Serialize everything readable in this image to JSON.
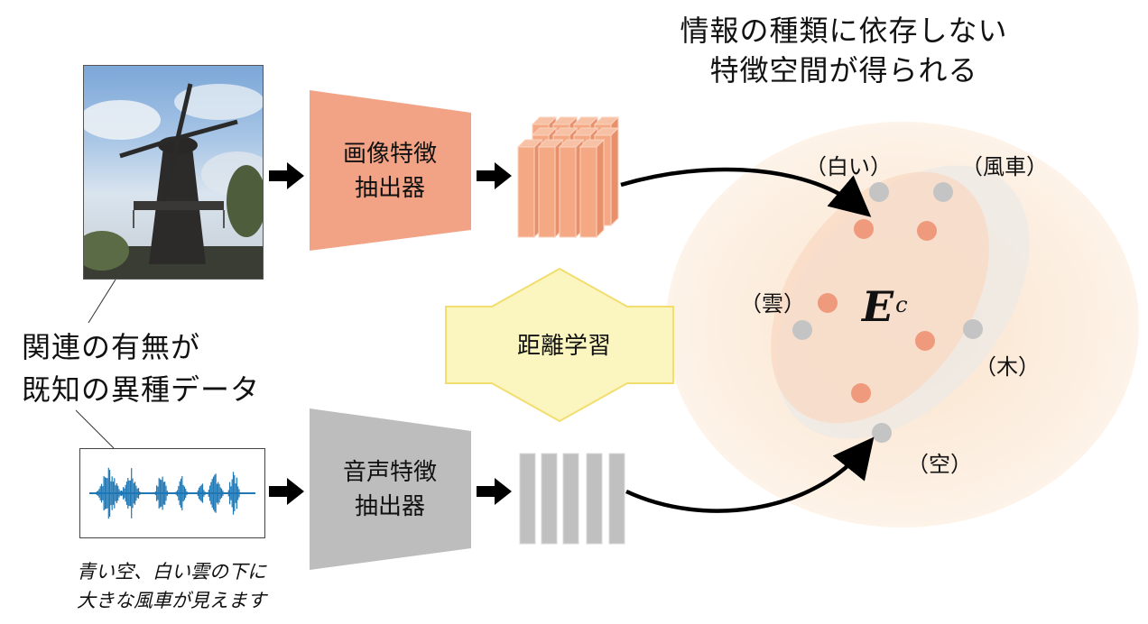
{
  "top_caption": [
    "情報の種類に依存しない",
    "特徴空間が得られる"
  ],
  "related_caption": [
    "関連の有無が",
    "既知の異種データ"
  ],
  "image_extractor_label": [
    "画像特徴",
    "抽出器"
  ],
  "audio_extractor_label": [
    "音声特徴",
    "抽出器"
  ],
  "distance_learning_label": "距離学習",
  "embedding_space": {
    "symbol": "E",
    "superscript": "c",
    "labels": {
      "white": "（白い）",
      "windmill": "（風車）",
      "cloud": "（雲）",
      "tree": "（木）",
      "sky": "（空）"
    }
  },
  "audio_caption": [
    "青い空、白い雲の下に",
    "大きな風車が見えます"
  ],
  "colors": {
    "image_accent": "#f0a080",
    "image_point": "#ef9a7c",
    "audio_gray": "#bcbcbc",
    "audio_point": "#c4c4c4",
    "distance_arrow_fill": "#fbf6bf",
    "distance_arrow_stroke": "#f2dd6e",
    "waveform": "#1f77b4",
    "space_bg": "#fdf1e4"
  },
  "icons": [
    "windmill-photo",
    "audio-waveform",
    "feature-map-icon",
    "feature-vector-icon"
  ]
}
